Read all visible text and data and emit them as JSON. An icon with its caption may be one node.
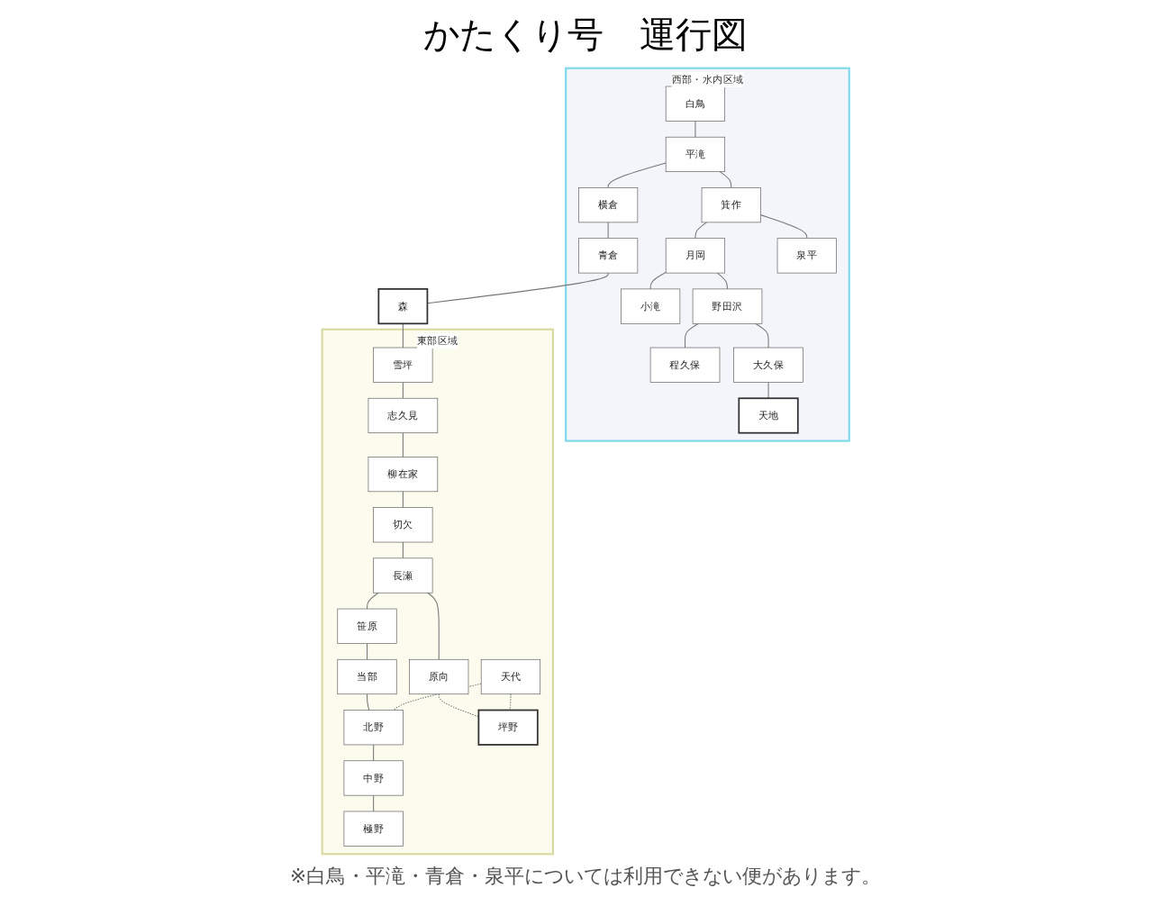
{
  "diagram": {
    "title": "かたくり号　運行図",
    "nodes": [
      {
        "text": [
          "西部・水内区域"
        ]
      },
      {
        "text": [
          "白鳥"
        ],
        "in": 0
      },
      {
        "text": [
          "平滝"
        ],
        "in": 0
      },
      {
        "text": [
          "横倉"
        ],
        "in": 0
      },
      {
        "text": [
          "青倉"
        ],
        "in": 0
      },
      {
        "text": [
          "箕作"
        ],
        "in": 0
      },
      {
        "text": [
          "月岡"
        ],
        "in": 0
      },
      {
        "text": [
          "小滝"
        ],
        "in": 0
      },
      {
        "text": [
          "泉平"
        ],
        "in": 0
      },
      {
        "text": [
          "野田沢"
        ],
        "in": 0
      },
      {
        "text": [
          "程久保"
        ],
        "in": 0
      },
      {
        "text": [
          "大久保"
        ],
        "in": 0
      },
      {
        "text": [
          "天地"
        ],
        "in": 0
      },
      {
        "text": [
          "東部区域"
        ]
      },
      {
        "text": [
          "森"
        ]
      },
      {
        "text": [
          "雪坪"
        ],
        "in": 13
      },
      {
        "text": [
          "志久見"
        ],
        "in": 13
      },
      {
        "text": [
          "柳在家"
        ],
        "in": 13
      },
      {
        "text": [
          "切欠"
        ],
        "in": 13
      },
      {
        "text": [
          "長瀬"
        ],
        "in": 13
      },
      {
        "text": [
          "原向"
        ],
        "in": 13
      },
      {
        "text": [
          "笹原"
        ],
        "in": 13
      },
      {
        "text": [
          "当部"
        ],
        "in": 13
      },
      {
        "text": [
          "天代"
        ],
        "in": 13
      },
      {
        "text": [
          "北野"
        ],
        "in": 13
      },
      {
        "text": [
          "中野"
        ],
        "in": 13
      },
      {
        "text": [
          "極野"
        ],
        "in": 13
      },
      {
        "text": [
          "坪野"
        ],
        "in": 13
      }
    ],
    "edges": [
      {
        "from": 1,
        "to": 2,
        "arrow": "none"
      },
      {
        "from": 2,
        "to": 3,
        "arrow": "none"
      },
      {
        "from": 3,
        "to": 4,
        "arrow": "none"
      },
      {
        "from": 4,
        "to": 14,
        "arrow": "none"
      },
      {
        "from": 14,
        "to": 15,
        "arrow": "none"
      },
      {
        "from": 2,
        "to": 5,
        "arrow": "none"
      },
      {
        "from": 5,
        "to": 8,
        "arrow": "none"
      },
      {
        "from": 5,
        "to": 6,
        "arrow": "none"
      },
      {
        "from": 6,
        "to": 7,
        "arrow": "none"
      },
      {
        "from": 6,
        "to": 9,
        "arrow": "none"
      },
      {
        "from": 9,
        "to": 10,
        "arrow": "none"
      },
      {
        "from": 9,
        "to": 11,
        "arrow": "none"
      },
      {
        "from": 11,
        "to": 12,
        "arrow": "none"
      },
      {
        "from": 15,
        "to": 16,
        "arrow": "none"
      },
      {
        "from": 16,
        "to": 17,
        "arrow": "none"
      },
      {
        "from": 17,
        "to": 18,
        "arrow": "none"
      },
      {
        "from": 18,
        "to": 19,
        "arrow": "none"
      },
      {
        "from": 19,
        "to": 20,
        "arrow": "none"
      },
      {
        "from": 19,
        "to": 21,
        "arrow": "none"
      },
      {
        "from": 21,
        "to": 22,
        "arrow": "none"
      },
      {
        "from": 22,
        "to": 24,
        "arrow": "none"
      },
      {
        "from": 24,
        "to": 25,
        "arrow": "none"
      },
      {
        "from": 25,
        "to": 26,
        "arrow": "none"
      },
      {
        "from": 20,
        "to": 27,
        "arrow": "none",
        "style": "dashed"
      },
      {
        "from": 23,
        "to": 24,
        "arrow": "none",
        "style": "dashed"
      },
      {
        "from": 23,
        "to": 27,
        "arrow": "none",
        "style": "dashed"
      }
    ],
    "labels": [
      "※白鳥・平滝・青倉・泉平については利用できない便があります。"
    ]
  }
}
